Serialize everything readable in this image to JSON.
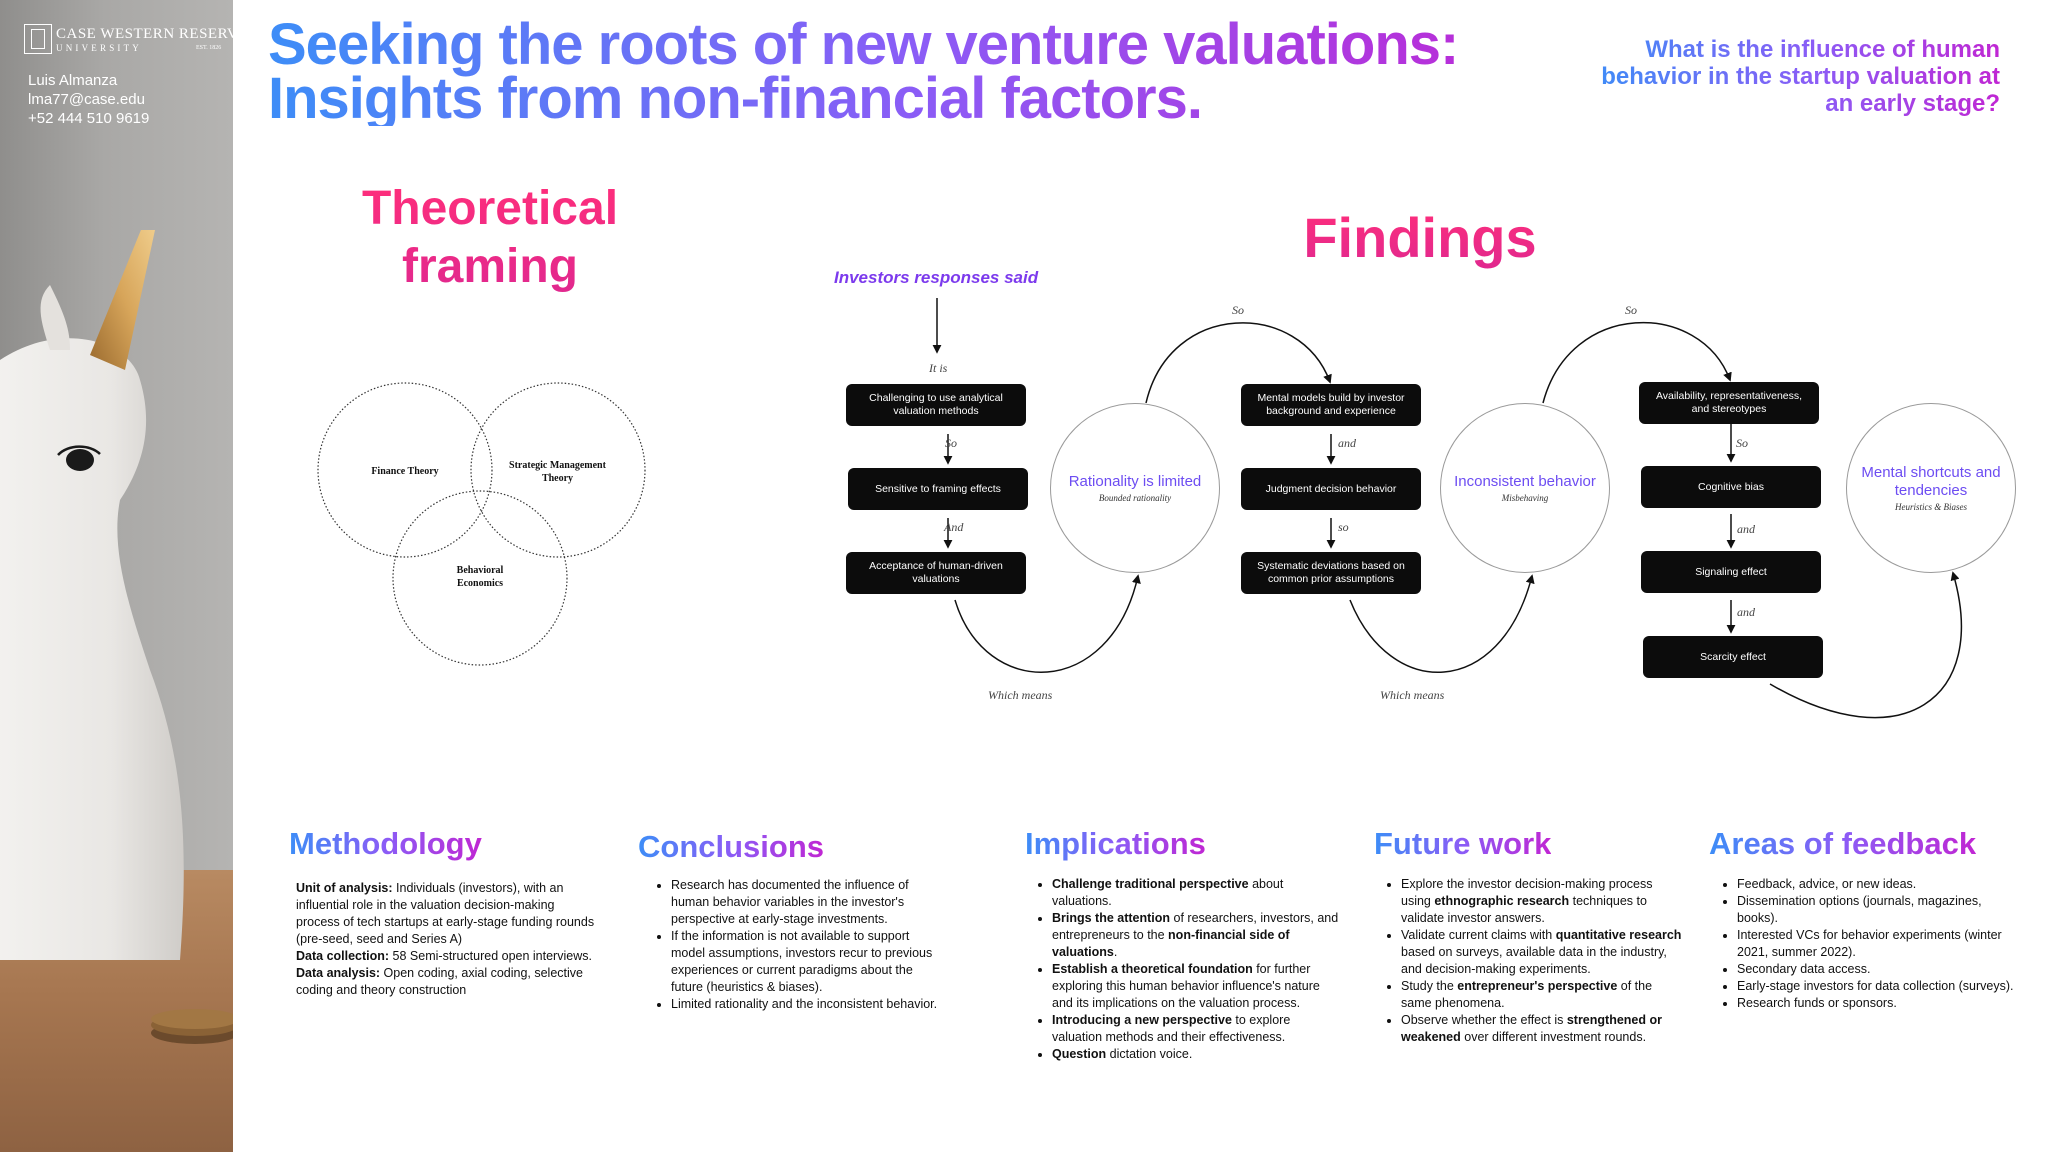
{
  "header": {
    "title_line1": "Seeking the roots of new venture valuations:",
    "title_line2": "Insights from non-financial factors.",
    "question": "What is the influence of human behavior in the startup valuation at an early stage?"
  },
  "sidebar": {
    "logo_line1": "CASE WESTERN RESERVE",
    "logo_line2": "UNIVERSITY",
    "logo_line3": "EST. 1826",
    "author": "Luis Almanza",
    "email": "lma77@case.edu",
    "phone": "+52 444 510 9619"
  },
  "framing": {
    "title": "Theoretical framing",
    "venn": [
      "Finance Theory",
      "Strategic Management Theory",
      "Behavioral Economics"
    ]
  },
  "findings": {
    "title": "Findings",
    "investors_said": "Investors responses said",
    "columns": [
      {
        "boxes": [
          "Challenging to use analytical valuation methods",
          "Sensitive to framing effects",
          "Acceptance of human-driven valuations"
        ],
        "connectors": [
          "It is",
          "So",
          "And"
        ],
        "bottom_label": "Which means",
        "circle_title": "Rationality is limited",
        "circle_sub": "Bounded rationality",
        "top_label": "So"
      },
      {
        "boxes": [
          "Mental models build by investor background and experience",
          "Judgment decision behavior",
          "Systematic deviations based on common prior assumptions"
        ],
        "connectors": [
          "and",
          "so"
        ],
        "bottom_label": "Which means",
        "circle_title": "Inconsistent behavior",
        "circle_sub": "Misbehaving",
        "top_label": "So"
      },
      {
        "boxes": [
          "Availability, representativeness, and stereotypes",
          "Cognitive bias",
          "Signaling effect",
          "Scarcity effect"
        ],
        "connectors": [
          "So",
          "and",
          "and"
        ],
        "circle_title": "Mental shortcuts and tendencies",
        "circle_sub": "Heuristics & Biases"
      }
    ]
  },
  "methodology": {
    "title": "Methodology",
    "unit_label": "Unit of analysis:",
    "unit_text": " Individuals (investors), with an influential role in the valuation decision-making process of tech startups at early-stage funding rounds (pre-seed, seed and Series A)",
    "collection_label": "Data collection:",
    "collection_text": " 58 Semi-structured open interviews.",
    "analysis_label": "Data analysis:",
    "analysis_text": " Open coding, axial coding, selective coding and theory construction"
  },
  "conclusions": {
    "title": "Conclusions",
    "items": [
      "Research has documented the influence of human behavior variables in the investor's perspective at early-stage investments.",
      "If the information is not available to support model assumptions, investors recur to previous experiences or current paradigms about the future (heuristics & biases).",
      "Limited rationality and the inconsistent behavior."
    ]
  },
  "implications": {
    "title": "Implications",
    "i1_b": "Challenge traditional perspective",
    "i1_t": " about valuations.",
    "i2_b": "Brings the attention",
    "i2_t": " of researchers, investors, and entrepreneurs to the ",
    "i2_b2": "non-financial side of valuations",
    "i2_t2": ".",
    "i3_b": "Establish a theoretical foundation",
    "i3_t": " for further exploring this human behavior influence's nature and its implications on the valuation process.",
    "i4_b": "Introducing a new perspective",
    "i4_t": " to explore valuation methods and their effectiveness.",
    "i5_b": "Question",
    "i5_t": " dictation voice."
  },
  "future": {
    "title": "Future work",
    "f1_t": "Explore the investor decision-making process using ",
    "f1_b": "ethnographic research",
    "f1_t2": " techniques to validate investor answers.",
    "f2_t": "Validate current claims with ",
    "f2_b": "quantitative research",
    "f2_t2": " based on surveys, available data in the industry, and decision-making experiments.",
    "f3_t": "Study the ",
    "f3_b": "entrepreneur's perspective",
    "f3_t2": " of the same phenomena.",
    "f4_t": "Observe whether the effect is ",
    "f4_b": "strengthened or weakened",
    "f4_t2": " over different investment rounds."
  },
  "feedback": {
    "title": "Areas of feedback",
    "items": [
      "Feedback, advice, or new ideas.",
      "Dissemination options (journals, magazines, books).",
      "Interested VCs for behavior experiments (winter 2021, summer 2022).",
      "Secondary data access.",
      "Early-stage investors for data collection (surveys).",
      "Research funds or sponsors."
    ]
  },
  "colors": {
    "title_gradient_start": "#3d8df7",
    "title_gradient_mid": "#8b5cf6",
    "title_gradient_end": "#c026d3",
    "pink": "#ff2e7a",
    "box": "#0c0c0c"
  }
}
